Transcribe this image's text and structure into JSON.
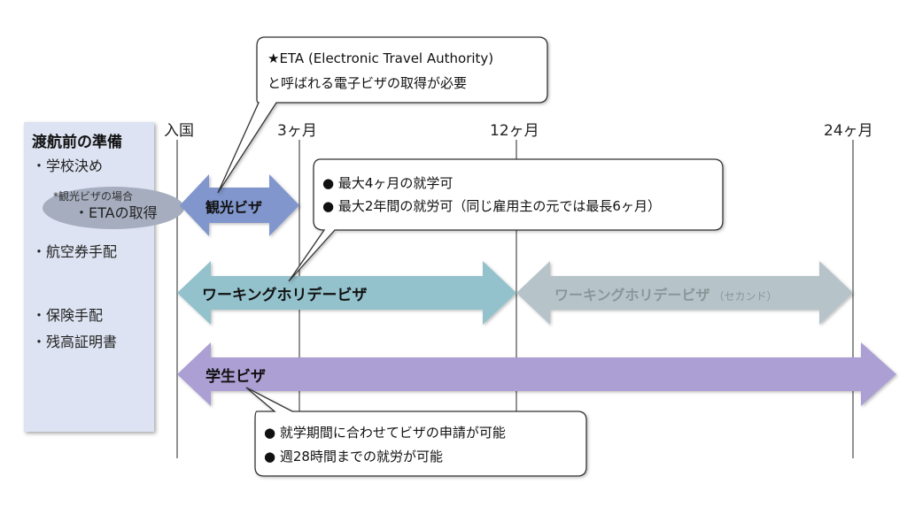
{
  "prep_panel": {
    "title": "渡航前の準備",
    "items": [
      "・学校決め",
      "・航空券手配",
      "・保険手配",
      "・残高証明書"
    ],
    "eta_note": {
      "label": "*観光ビザの場合",
      "item": "・ETAの取得"
    }
  },
  "timeline": {
    "labels": [
      "入国",
      "3ヶ月",
      "12ヶ月",
      "24ヶ月"
    ]
  },
  "callouts": {
    "eta": {
      "lines": [
        "★ETA (Electronic Travel Authority)",
        "と呼ばれる電子ビザの取得が必要"
      ]
    },
    "working": {
      "lines": [
        "●  最大4ヶ月の就学可",
        "●  最大2年間の就労可（同じ雇用主の元では最長6ヶ月）"
      ]
    },
    "student": {
      "lines": [
        "●  就学期間に合わせてビザの申請が可能",
        "●  週28時間までの就労が可能"
      ]
    }
  },
  "arrows": {
    "tourist": "観光ビザ",
    "working": "ワーキングホリデービザ",
    "working_second": "ワーキングホリデービザ",
    "working_second_suffix": "（セカンド）",
    "student": "学生ビザ"
  },
  "colors": {
    "panel_bg": "#dde3f2",
    "oval": "#a6adbf",
    "tourist": "#8096cc",
    "working": "#93c2cc",
    "working_second": "#b6c4c9",
    "working_second_text": "#8a9598",
    "student": "#ac9fd4",
    "gridline": "#6e6e6e"
  }
}
